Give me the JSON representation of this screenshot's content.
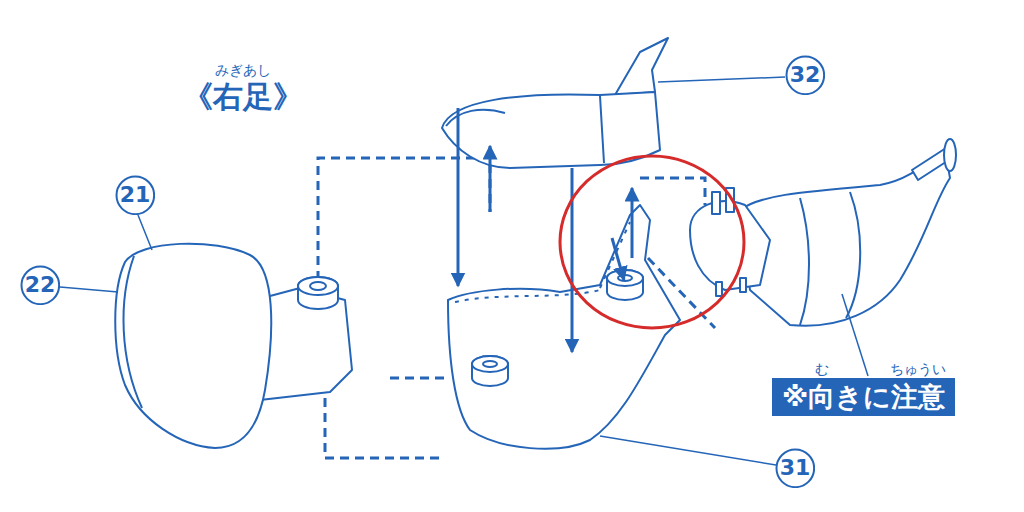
{
  "diagram": {
    "title": "《右足》",
    "nodes": [
      {
        "text": [
          "21"
        ]
      },
      {
        "text": [
          "22"
        ]
      },
      {
        "text": [
          "32"
        ]
      },
      {
        "text": [
          "31"
        ]
      },
      {
        "text": [
          "※向きに注意"
        ]
      }
    ],
    "labels": [
      "みぎあし",
      "む",
      "ちゅうい"
    ]
  }
}
